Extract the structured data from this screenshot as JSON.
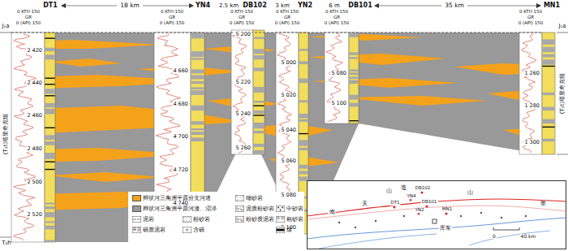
{
  "diagram": {
    "nodes": [
      {
        "text": [
          "南",
          "天",
          "山",
          "造",
          "山",
          "带",
          "库车",
          "DT1",
          "YN4",
          "DB102",
          "DB101",
          "YN2",
          "MN1",
          "0",
          "40 km"
        ]
      }
    ],
    "labels": [
      "DT1",
      "18 km",
      "YN4",
      "2.5 km",
      "DB102",
      "3 km",
      "YN2",
      "6 m",
      "DB101",
      "35 km",
      "MN1",
      "0 KTH 150",
      "GR",
      "0 (API) 150",
      "0 KTH 150",
      "GR",
      "0 (API) 150",
      "0 KTH 150",
      "GR",
      "0 (API) 150",
      "0 KTH 150",
      "GR",
      "0 (API) 150",
      "0 KTH 150",
      "GR",
      "0 (API) 150",
      "0 KTH 150",
      "GR",
      "0 (API) 150",
      "2 420",
      "2 440",
      "2 460",
      "2 480",
      "2 500",
      "2 520",
      "4 660",
      "4 680",
      "4 700",
      "4 720",
      "4 740",
      "5 200",
      "5 220",
      "5 240",
      "5 260",
      "5 000",
      "5 020",
      "5 040",
      "5 060",
      "5 080",
      "5 100",
      "5 080",
      "5 100",
      "1 260",
      "1 280",
      "1 300",
      "J₁a",
      "(T₃t)塔里奇克组",
      "T₂h",
      "J₁a",
      "(T₃t)塔里奇克组"
    ],
    "legend": [
      {
        "text": "辫状河三角洲平原分支河道",
        "color": "#f5a21b"
      },
      {
        "text": "辫状河三角洲平原河漫、沼泽",
        "color": "#999999"
      },
      {
        "text": "细砂岩"
      },
      {
        "text": "泥质粉砂岩"
      },
      {
        "text": "粉砂质泥岩"
      },
      {
        "text": "中砂岩"
      },
      {
        "text": "泥岩"
      },
      {
        "text": "粉砂岩"
      },
      {
        "text": "粗砂岩"
      },
      {
        "text": "砾质泥岩"
      },
      {
        "text": "含砾"
      },
      {
        "text": "煤"
      }
    ]
  }
}
